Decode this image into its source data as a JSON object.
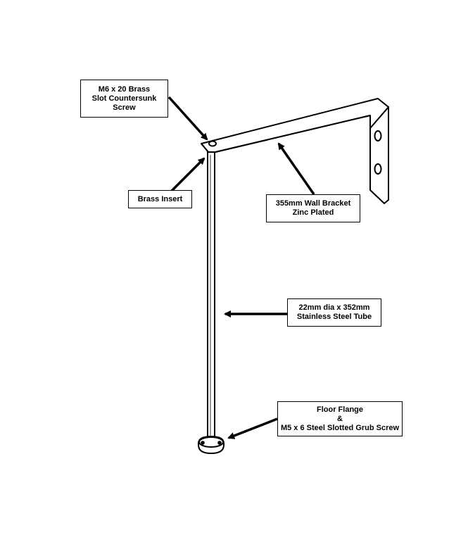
{
  "callouts": {
    "screw": {
      "line1": "M6 x 20 Brass",
      "line2": "Slot Countersunk",
      "line3": "Screw"
    },
    "insert": {
      "line1": "Brass Insert"
    },
    "bracket": {
      "line1": "355mm Wall Bracket",
      "line2": "Zinc Plated"
    },
    "tube": {
      "line1": "22mm dia x 352mm",
      "line2": "Stainless Steel Tube"
    },
    "flange": {
      "line1": "Floor Flange",
      "line2": "&",
      "line3": "M5 x 6 Steel Slotted Grub Screw"
    }
  },
  "colors": {
    "line": "#000000",
    "background": "#ffffff"
  }
}
